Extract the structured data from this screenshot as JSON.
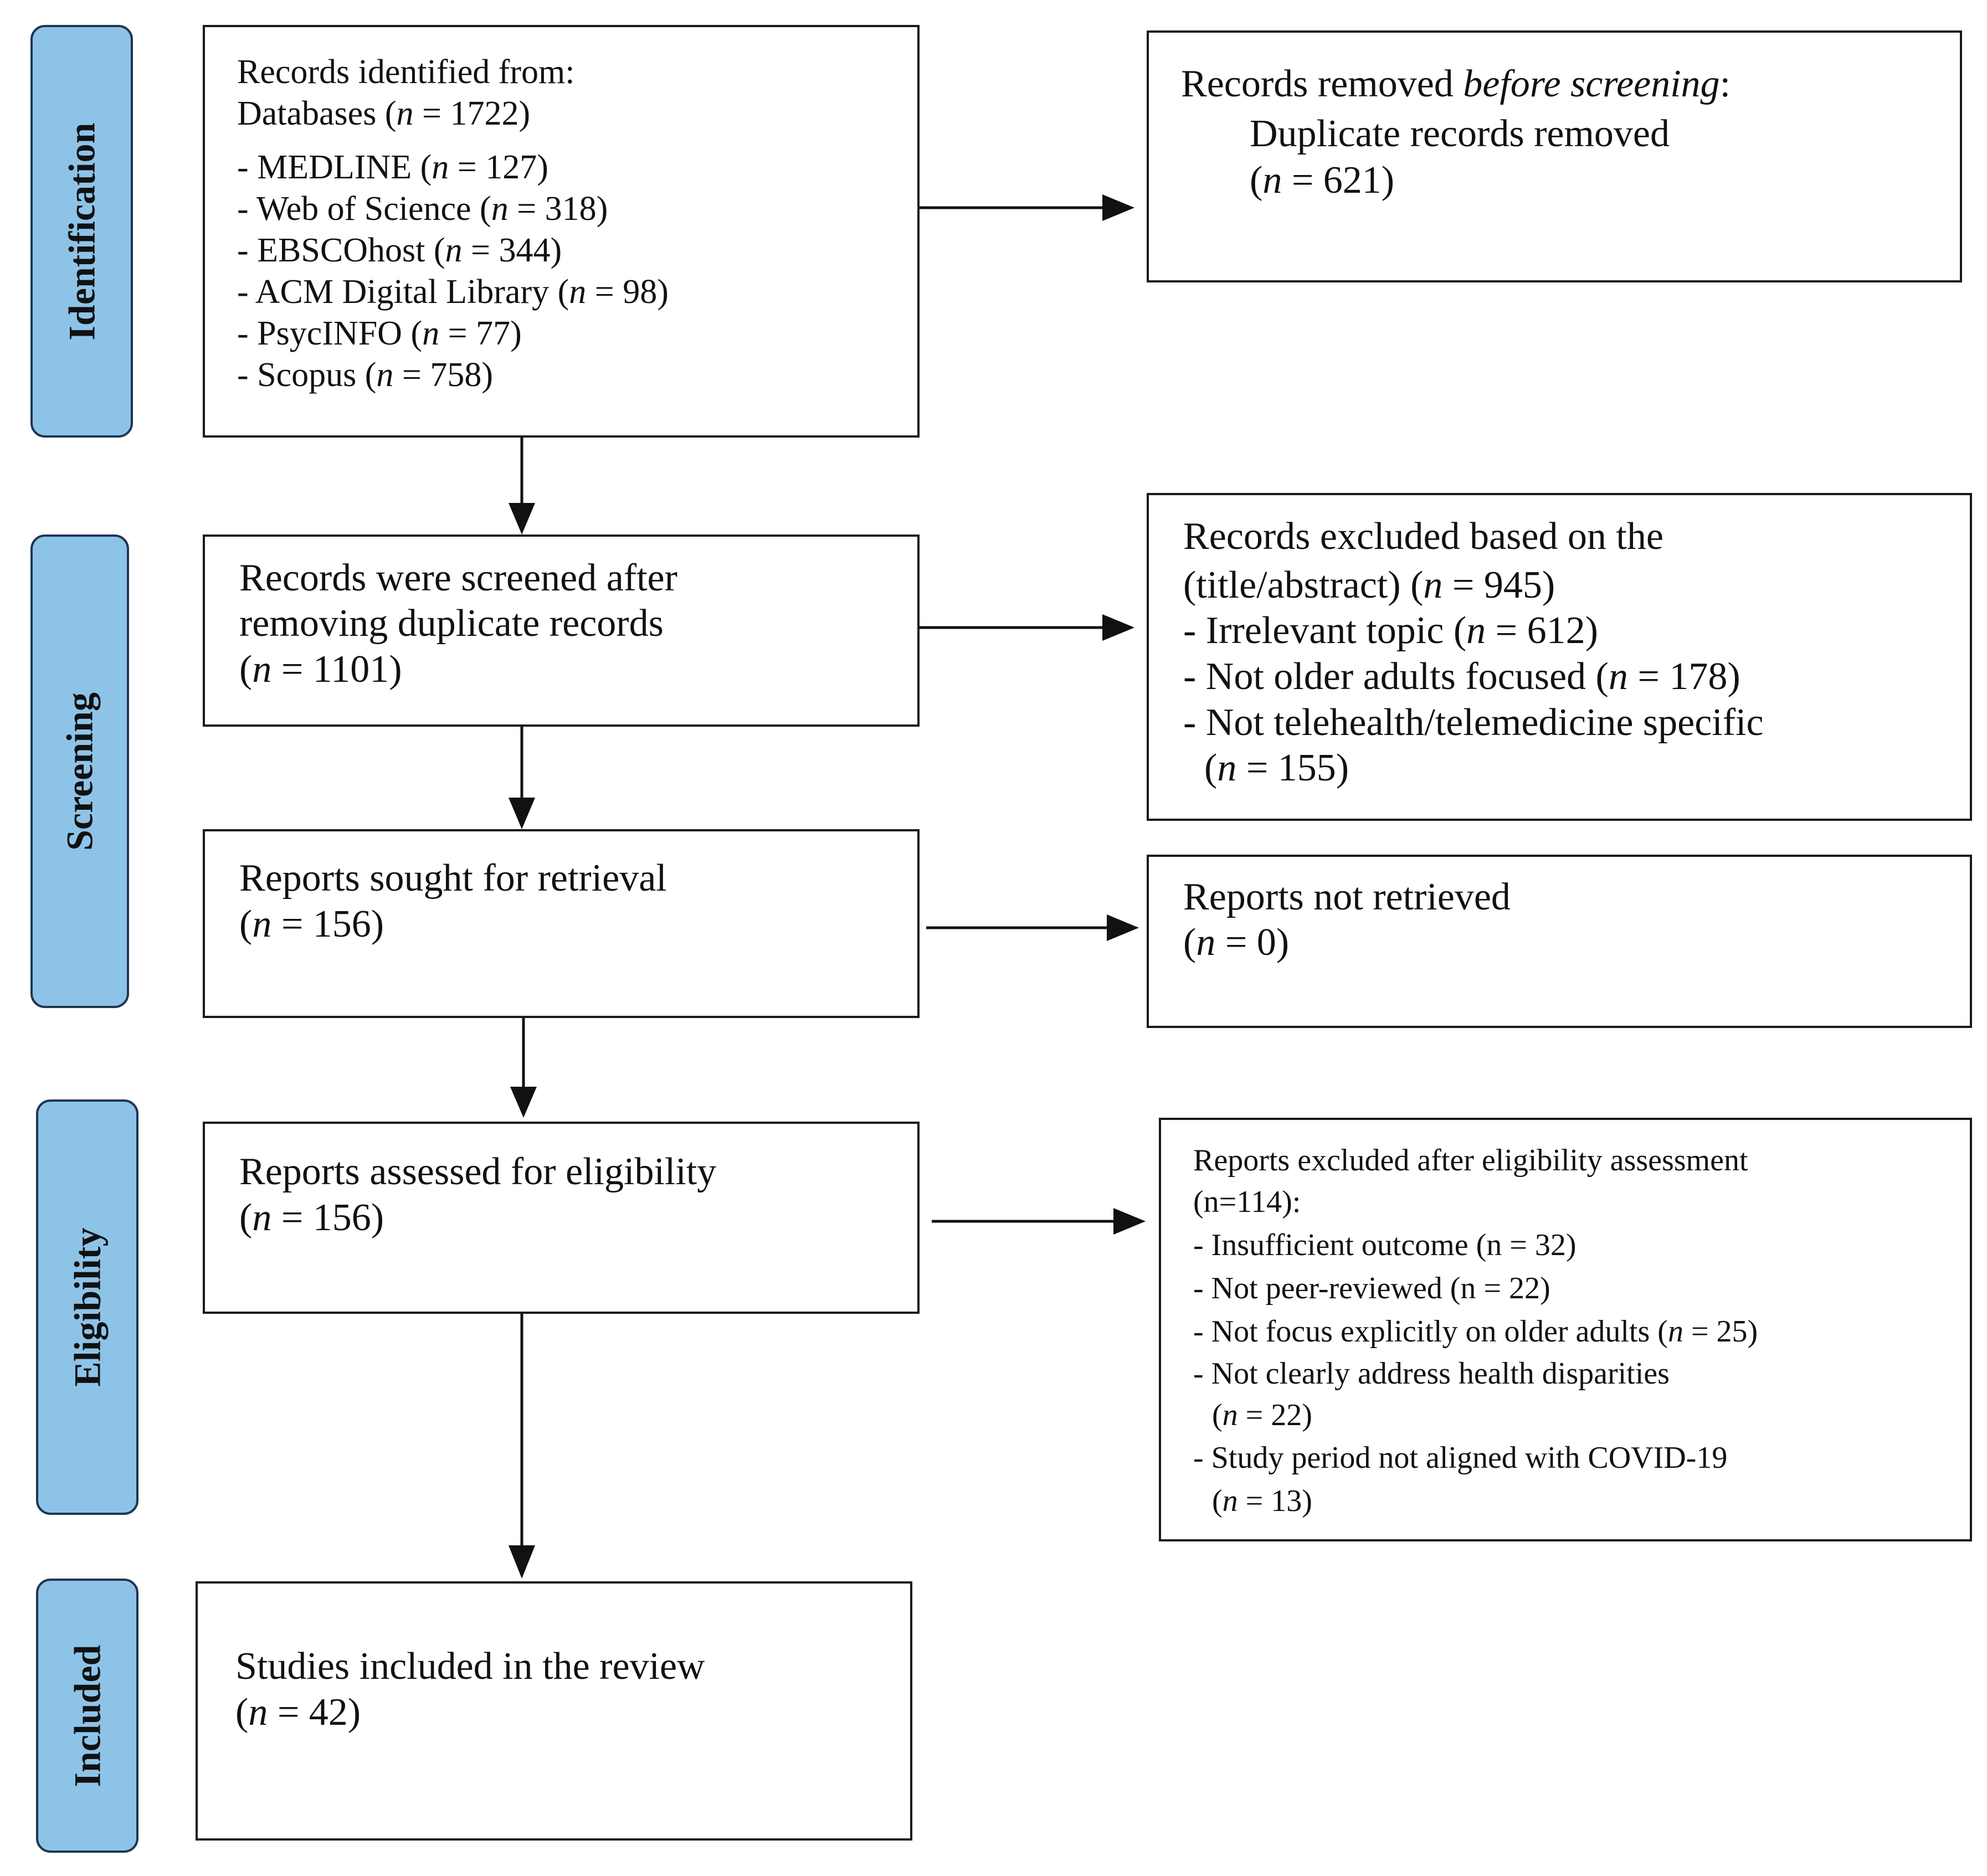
{
  "stages": {
    "identification": "Identification",
    "screening": "Screening",
    "eligibility": "Eligibility",
    "included": "Included"
  },
  "identification_box": {
    "line1": "Records identified from:",
    "line2_pre": "Databases (",
    "line2_val": " = 1722)",
    "sources": [
      {
        "pre": "- MEDLINE (",
        "val": " = 127)"
      },
      {
        "pre": "- Web of Science (",
        "val": " = 318)"
      },
      {
        "pre": "- EBSCOhost (",
        "val": " = 344)"
      },
      {
        "pre": "- ACM Digital Library (",
        "val": " = 98)"
      },
      {
        "pre": "- PsycINFO (",
        "val": " = 77)"
      },
      {
        "pre": "- Scopus (",
        "val": " = 758)"
      }
    ]
  },
  "removed_box": {
    "line1_pre": "Records removed ",
    "line1_em": "before screening",
    "line1_post": ":",
    "line2": "Duplicate records removed",
    "line3_pre": "(",
    "line3_val": " = 621)"
  },
  "screened_box": {
    "line1": "Records were screened after",
    "line2": "removing duplicate records",
    "line3_pre": "(",
    "line3_val": " = 1101)"
  },
  "excluded_box": {
    "line1": "Records excluded based on the",
    "line2_pre": "(title/abstract) (",
    "line2_val": " = 945)",
    "line3_pre": "- Irrelevant topic (",
    "line3_val": " = 612)",
    "line4_pre": "- Not older adults focused (",
    "line4_val": " = 178)",
    "line5": "- Not telehealth/telemedicine specific",
    "line6_pre": "(",
    "line6_val": " = 155)"
  },
  "sought_box": {
    "line1": "Reports sought for retrieval",
    "line2_pre": "(",
    "line2_val": " = 156)"
  },
  "not_retrieved_box": {
    "line1": "Reports not retrieved",
    "line2_pre": "(",
    "line2_val": " = 0)"
  },
  "assessed_box": {
    "line1": "Reports assessed for eligibility",
    "line2_pre": "(",
    "line2_val": " = 156)"
  },
  "elig_excluded_box": {
    "line1": "Reports excluded after eligibility assessment",
    "line2": "(n=114):",
    "line3": "- Insufficient outcome (n = 32)",
    "line4": "- Not peer-reviewed (n = 22)",
    "line5_pre": "- Not focus explicitly on older adults (",
    "line5_val": " = 25)",
    "line6": "- Not clearly address health disparities",
    "line7_pre": "(",
    "line7_val": " = 22)",
    "line8": "- Study period not aligned with COVID-19",
    "line9_pre": "(",
    "line9_val": " = 13)"
  },
  "included_box": {
    "line1": "Studies included in the review",
    "line2_pre": "(",
    "line2_val": " = 42)"
  },
  "n_symbol": "n"
}
